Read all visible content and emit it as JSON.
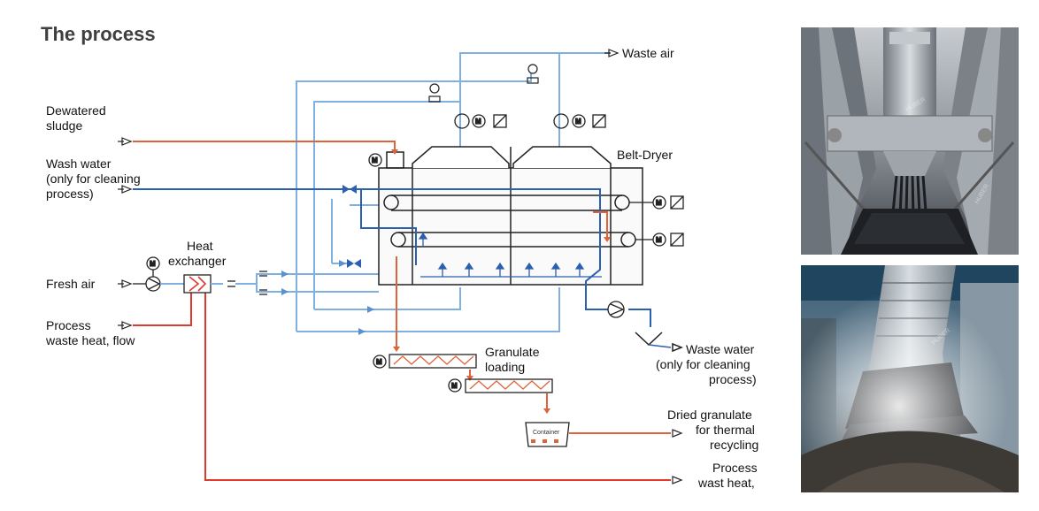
{
  "title": "The process",
  "labels": {
    "waste_air": "Waste air",
    "dewatered_sludge": [
      "Dewatered",
      "sludge"
    ],
    "wash_water": [
      "Wash water",
      "(only for cleaning",
      "process)"
    ],
    "belt_dryer": "Belt-Dryer",
    "heat_exchanger": [
      "Heat",
      "exchanger"
    ],
    "fresh_air": "Fresh air",
    "process_waste_heat_in": [
      "Process",
      "waste heat, flow"
    ],
    "granulate_loading": [
      "Granulate",
      "loading"
    ],
    "waste_water": [
      "Waste water",
      "(only for cleaning",
      "process)"
    ],
    "dried_granulate": [
      "Dried granulate",
      "for thermal",
      "recycling"
    ],
    "process_waste_heat_out": [
      "Process",
      "wast heat,"
    ],
    "container": "Container",
    "motor_symbol": "M"
  },
  "colors": {
    "sludge_line": "#e0623a",
    "heat_line": "#e03a2e",
    "air_line": "#7fb0e0",
    "wash_line": "#2c5fb0",
    "equipment": "#222222"
  }
}
